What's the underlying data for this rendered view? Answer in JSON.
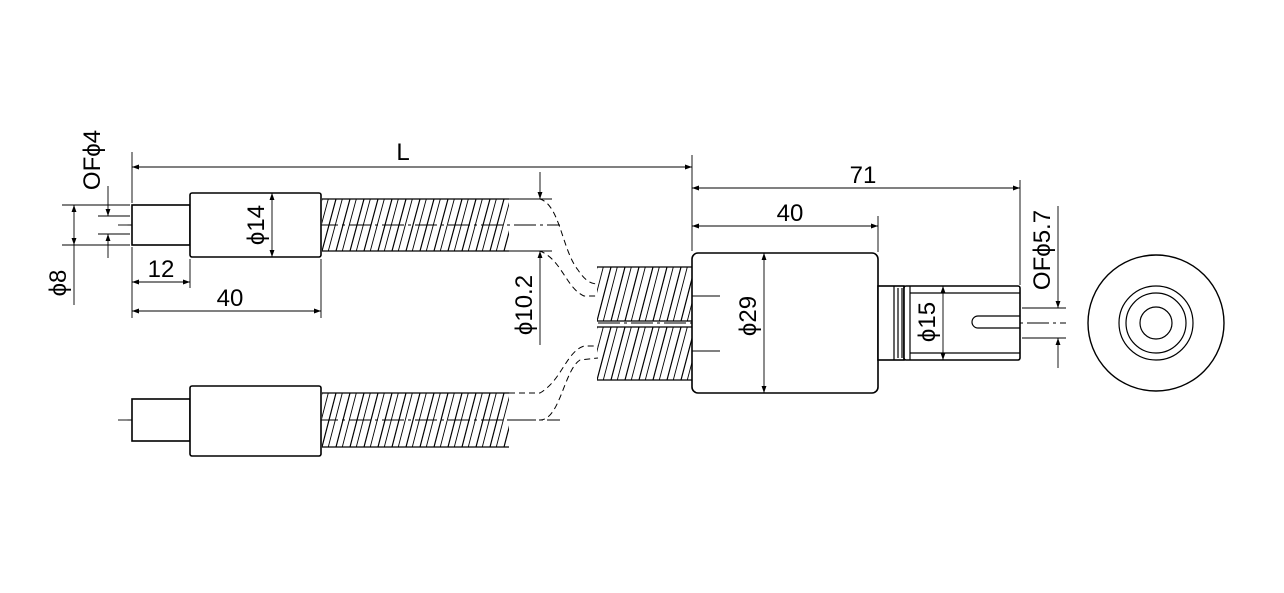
{
  "dimensions": {
    "length": "L",
    "of_4": "OFϕ4",
    "dia_8": "ϕ8",
    "dia_14": "ϕ14",
    "len_12": "12",
    "len_40_left": "40",
    "dia_10_2": "ϕ10.2",
    "len_71": "71",
    "len_40_right": "40",
    "dia_29": "ϕ29",
    "dia_15": "ϕ15",
    "of_5_7": "OFϕ5.7"
  }
}
